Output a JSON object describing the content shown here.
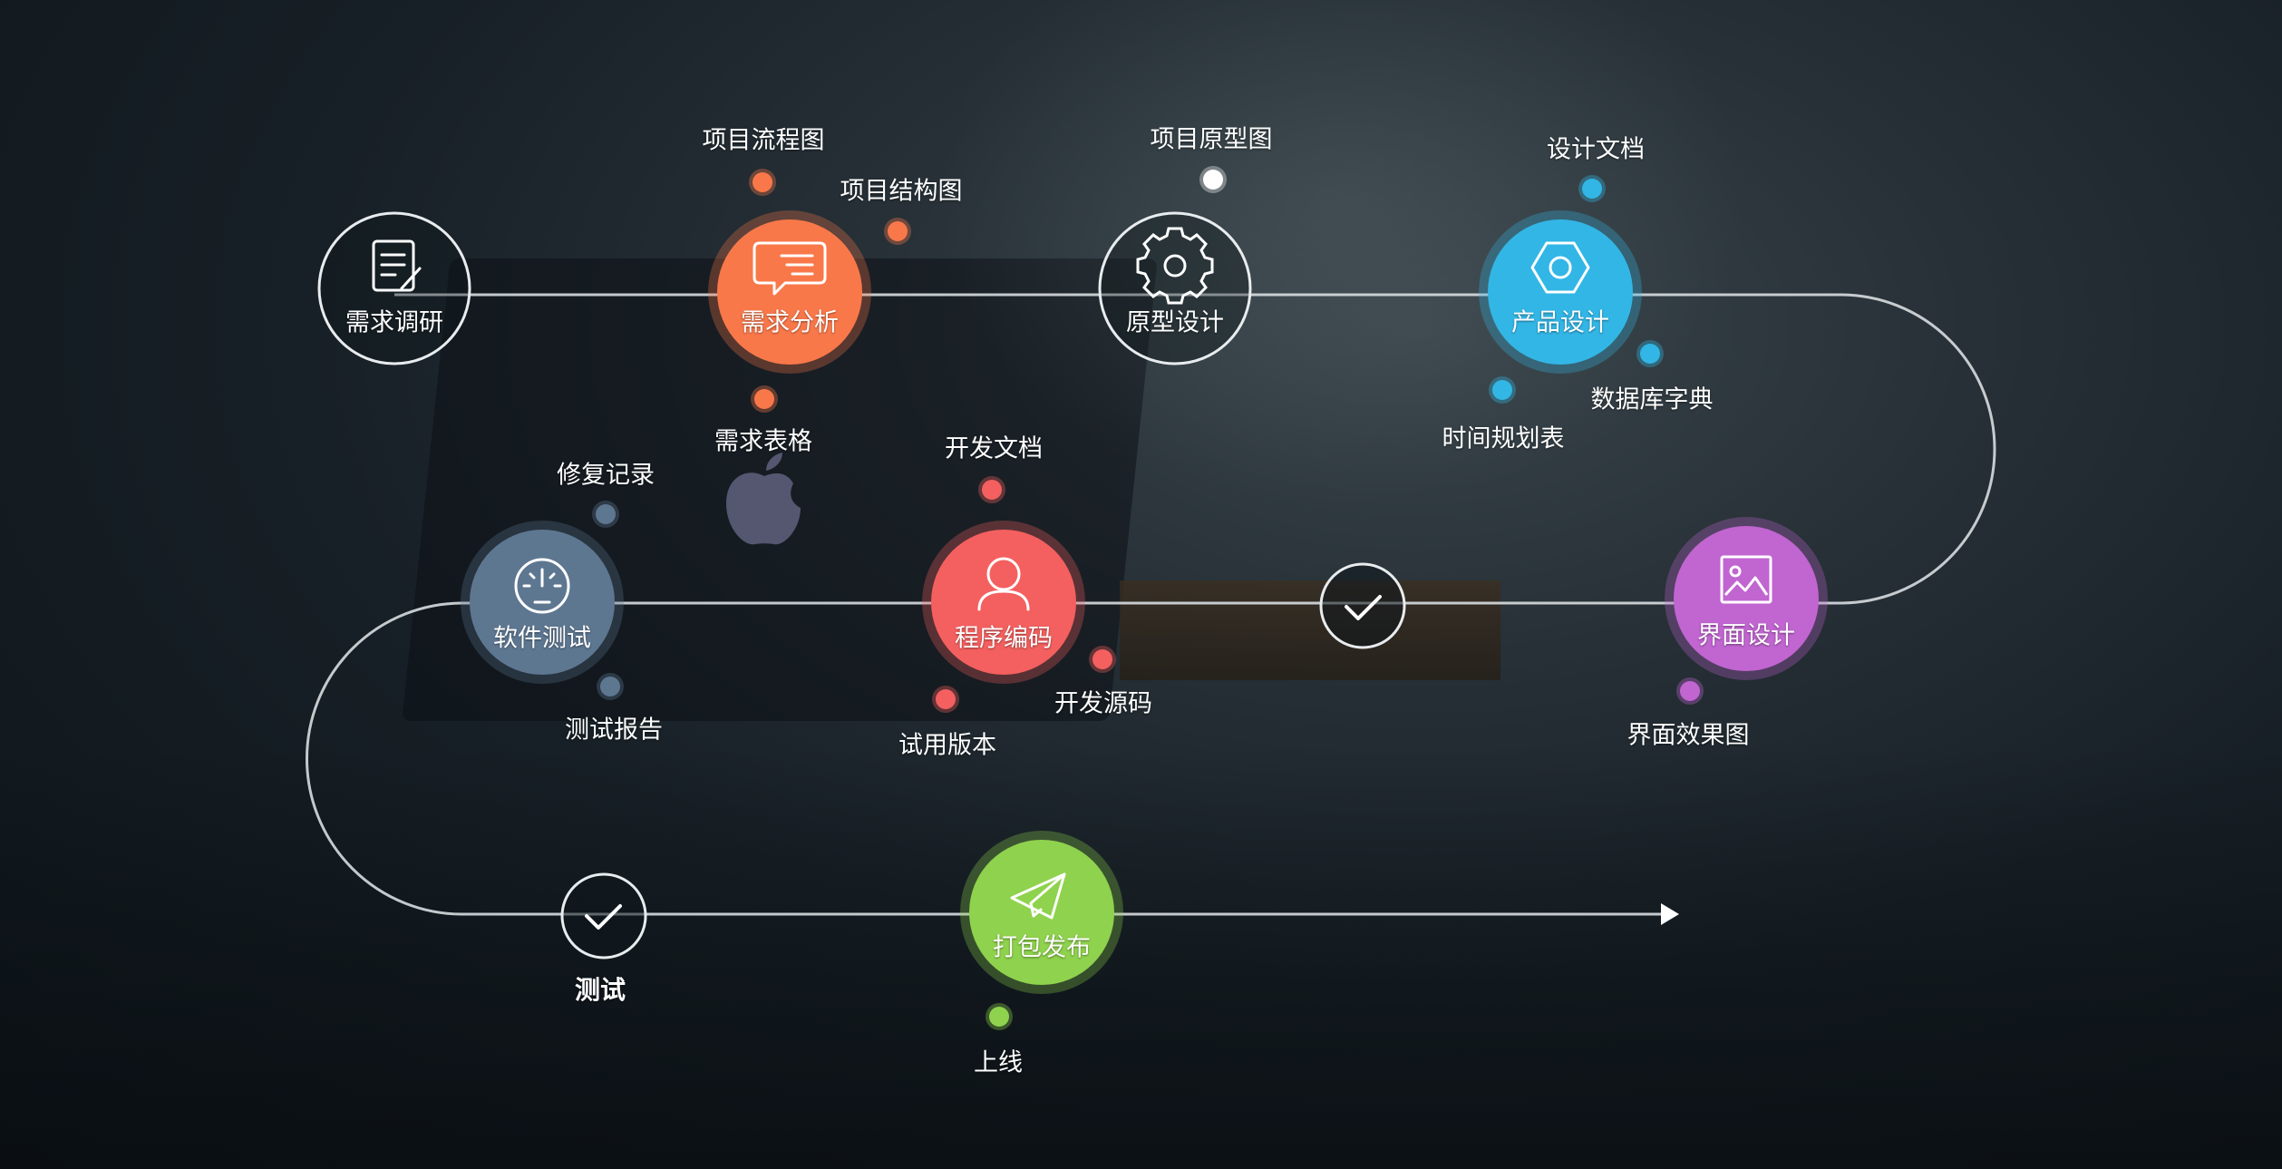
{
  "diagram": {
    "colors": {
      "background": "#10191f",
      "path_line": "#d8dde0",
      "orange": "#f9784a",
      "blue": "#32b6e6",
      "purple": "#c165d1",
      "red": "#f4605f",
      "slate": "#5e7791",
      "green": "#8fd24d",
      "white": "#ffffff"
    },
    "nodes": {
      "xuqiu_diaoyan": {
        "label": "需求调研",
        "icon": "document-edit-icon"
      },
      "xuqiu_fenxi": {
        "label": "需求分析",
        "icon": "chat-bubble-icon"
      },
      "yuanxing_sheji": {
        "label": "原型设计",
        "icon": "gear-icon"
      },
      "chanpin_sheji": {
        "label": "产品设计",
        "icon": "hex-nut-icon"
      },
      "jiemian_sheji": {
        "label": "界面设计",
        "icon": "image-icon"
      },
      "chengxu_bianma": {
        "label": "程序编码",
        "icon": "user-icon"
      },
      "ruanjian_ceshi": {
        "label": "软件测试",
        "icon": "gauge-icon"
      },
      "dabao_fabu": {
        "label": "打包发布",
        "icon": "paper-plane-icon"
      }
    },
    "checkpoints": {
      "middle": {
        "icon": "check-icon"
      },
      "ceshi": {
        "icon": "check-icon",
        "label": "测试"
      }
    },
    "outputs": {
      "xiangmu_liuchengtu": "项目流程图",
      "xiangmu_jiegoutu": "项目结构图",
      "xuqiu_biaoge": "需求表格",
      "xiangmu_yuanxingtu": "项目原型图",
      "sheji_wendang": "设计文档",
      "shijian_guihuabiao": "时间规划表",
      "shujuku_zidian": "数据库字典",
      "jiemian_xiaoguotu": "界面效果图",
      "kaifa_wendang": "开发文档",
      "kaifa_yuanma": "开发源码",
      "shiyong_banben": "试用版本",
      "xiufu_jilu": "修复记录",
      "ceshi_baogao": "测试报告",
      "shangxian": "上线"
    },
    "arrow_icon": "arrow-right-icon",
    "background_icons": [
      "apple-logo-icon"
    ]
  }
}
